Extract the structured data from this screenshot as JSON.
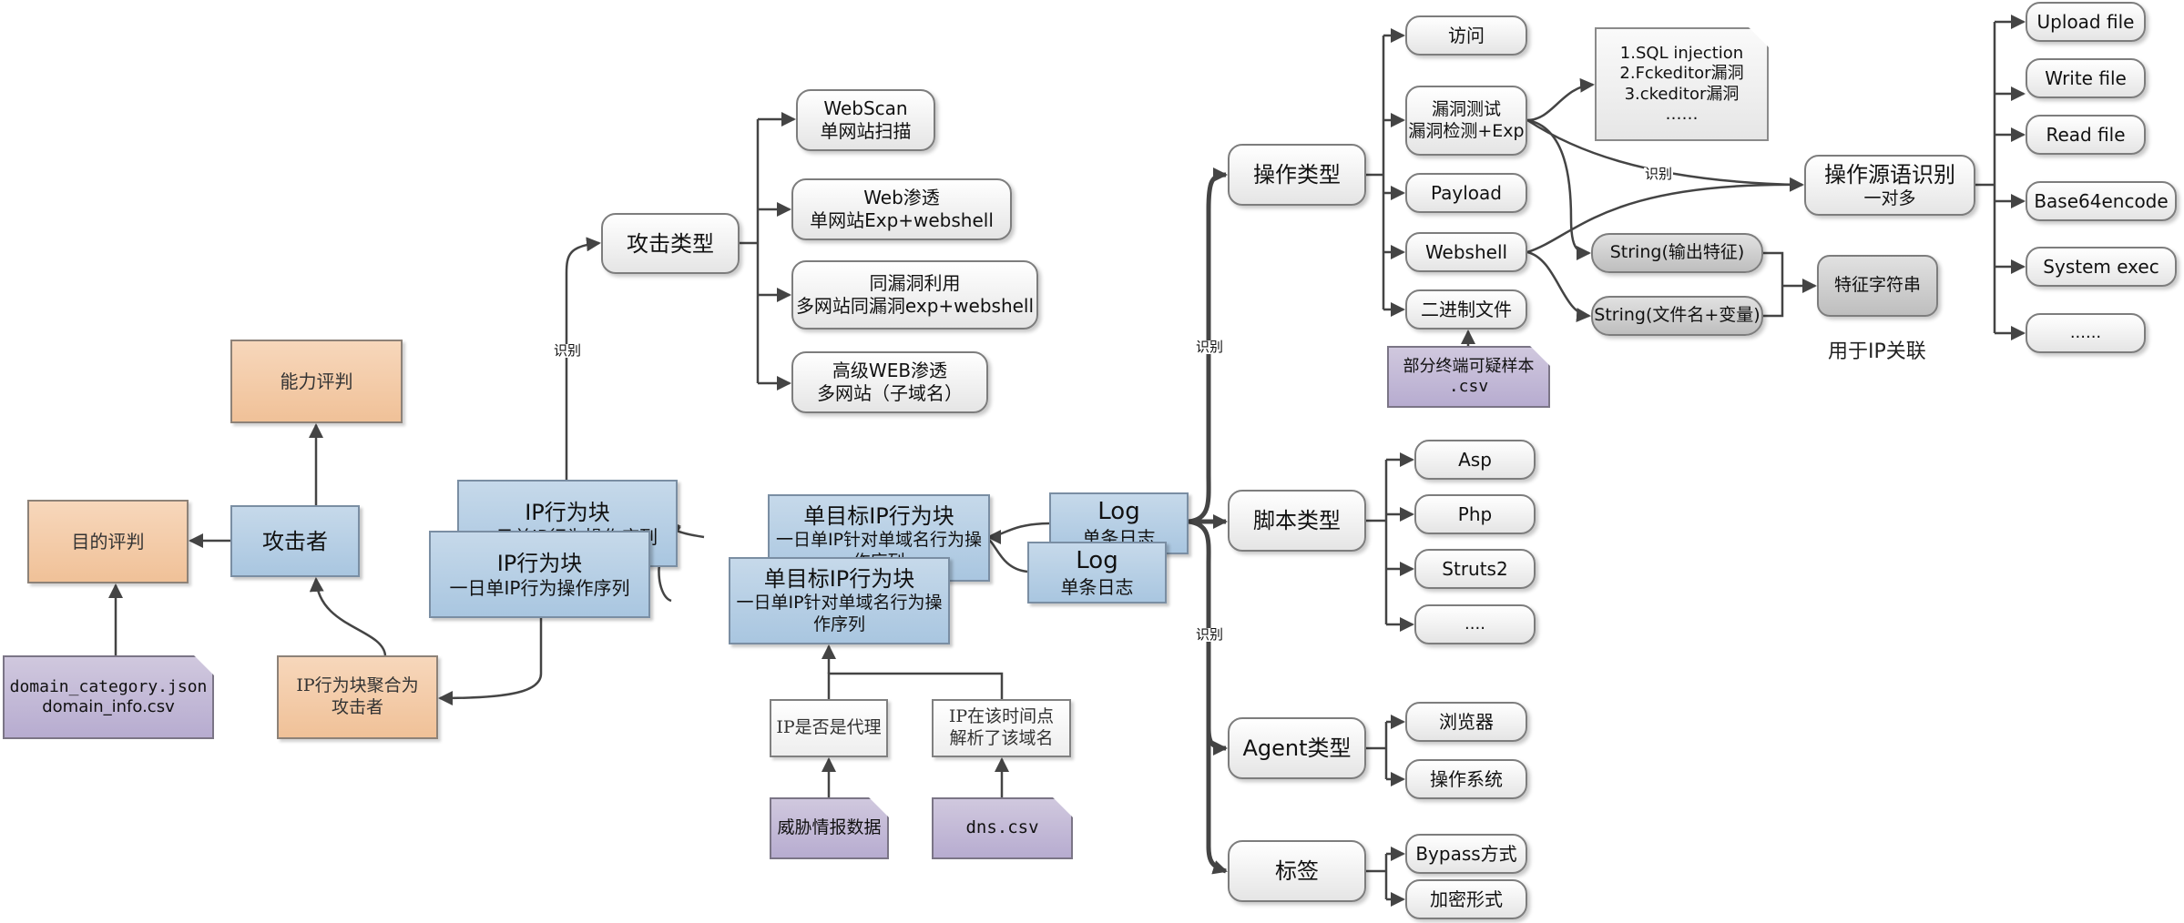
{
  "nodes": {
    "ability_eval": "能力评判",
    "purpose_eval": "目的评判",
    "attacker": "攻击者",
    "domain_files": [
      "domain_category.json",
      "domain_info.csv"
    ],
    "aggregate": "IP行为块聚合为攻击者",
    "ip_block": {
      "title": "IP行为块",
      "subtitle": "一日单IP行为操作序列"
    },
    "single_target_block": {
      "title": "单目标IP行为块",
      "subtitle": "一日单IP针对单域名行为操作序列"
    },
    "log": {
      "title": "Log",
      "subtitle": "单条日志"
    },
    "is_proxy": "IP是否是代理",
    "dns_resolved": "IP在该时间点解析了该域名",
    "threat_intel": "威胁情报数据",
    "dns_csv": "dns.csv",
    "attack_type": {
      "title": "攻击类型",
      "children": [
        {
          "title": "WebScan",
          "subtitle": "单网站扫描"
        },
        {
          "title": "Web渗透",
          "subtitle": "单网站Exp+webshell"
        },
        {
          "title": "同漏洞利用",
          "subtitle": "多网站同漏洞exp+webshell"
        },
        {
          "title": "高级WEB渗透",
          "subtitle": "多网站（子域名）"
        }
      ]
    },
    "operation_type": {
      "title": "操作类型",
      "children": [
        {
          "title": "访问"
        },
        {
          "title": "漏洞测试",
          "subtitle": "漏洞检测+Exp"
        },
        {
          "title": "Payload"
        },
        {
          "title": "Webshell"
        },
        {
          "title": "二进制文件"
        }
      ]
    },
    "suspicious_samples": [
      "部分终端可疑样本",
      ".csv"
    ],
    "vuln_list": [
      "1.SQL injection",
      "2.Fckeditor漏洞",
      "3.ckeditor漏洞",
      "……"
    ],
    "primitive_recognition": {
      "title": "操作源语识别",
      "subtitle": "一对多"
    },
    "primitives": [
      "Upload file",
      "Write file",
      "Read file",
      "Base64encode",
      "System exec",
      "......"
    ],
    "string_output": "String(输出特征)",
    "string_filename": "String(文件名+变量)",
    "feature_string": "特征字符串",
    "ip_association": "用于IP关联",
    "script_type": {
      "title": "脚本类型",
      "children": [
        "Asp",
        "Php",
        "Struts2",
        "...."
      ]
    },
    "agent_type": {
      "title": "Agent类型",
      "children": [
        "浏览器",
        "操作系统"
      ]
    },
    "tags": {
      "title": "标签",
      "children": [
        "Bypass方式",
        "加密形式"
      ]
    }
  },
  "edge_labels": {
    "identify": "识别"
  }
}
